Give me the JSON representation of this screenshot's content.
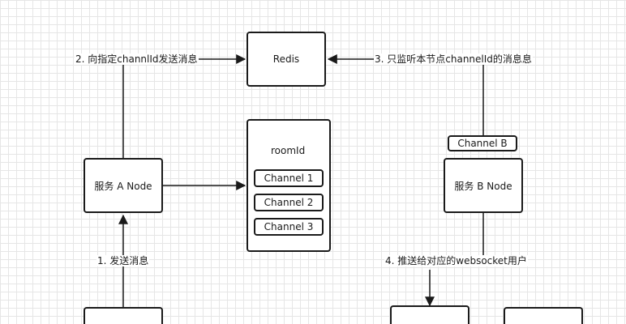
{
  "nodes": {
    "redis": "Redis",
    "room": "roomId",
    "channels": [
      "Channel 1",
      "Channel 2",
      "Channel 3"
    ],
    "service_a": "服务 A Node",
    "service_b": "服务 B Node",
    "channel_b": "Channel B",
    "bottom_left": "",
    "bottom_mid": "",
    "bottom_right": ""
  },
  "edges": {
    "step1": "1. 发送消息",
    "step2": "2. 向指定channlId发送消息",
    "step3": "3. 只监听本节点channelId的消息息",
    "step4": "4. 推送给对应的websocket用户"
  },
  "colors": {
    "stroke": "#1a1a1a",
    "fill": "#ffffff",
    "grid": "#e6e6e6"
  }
}
